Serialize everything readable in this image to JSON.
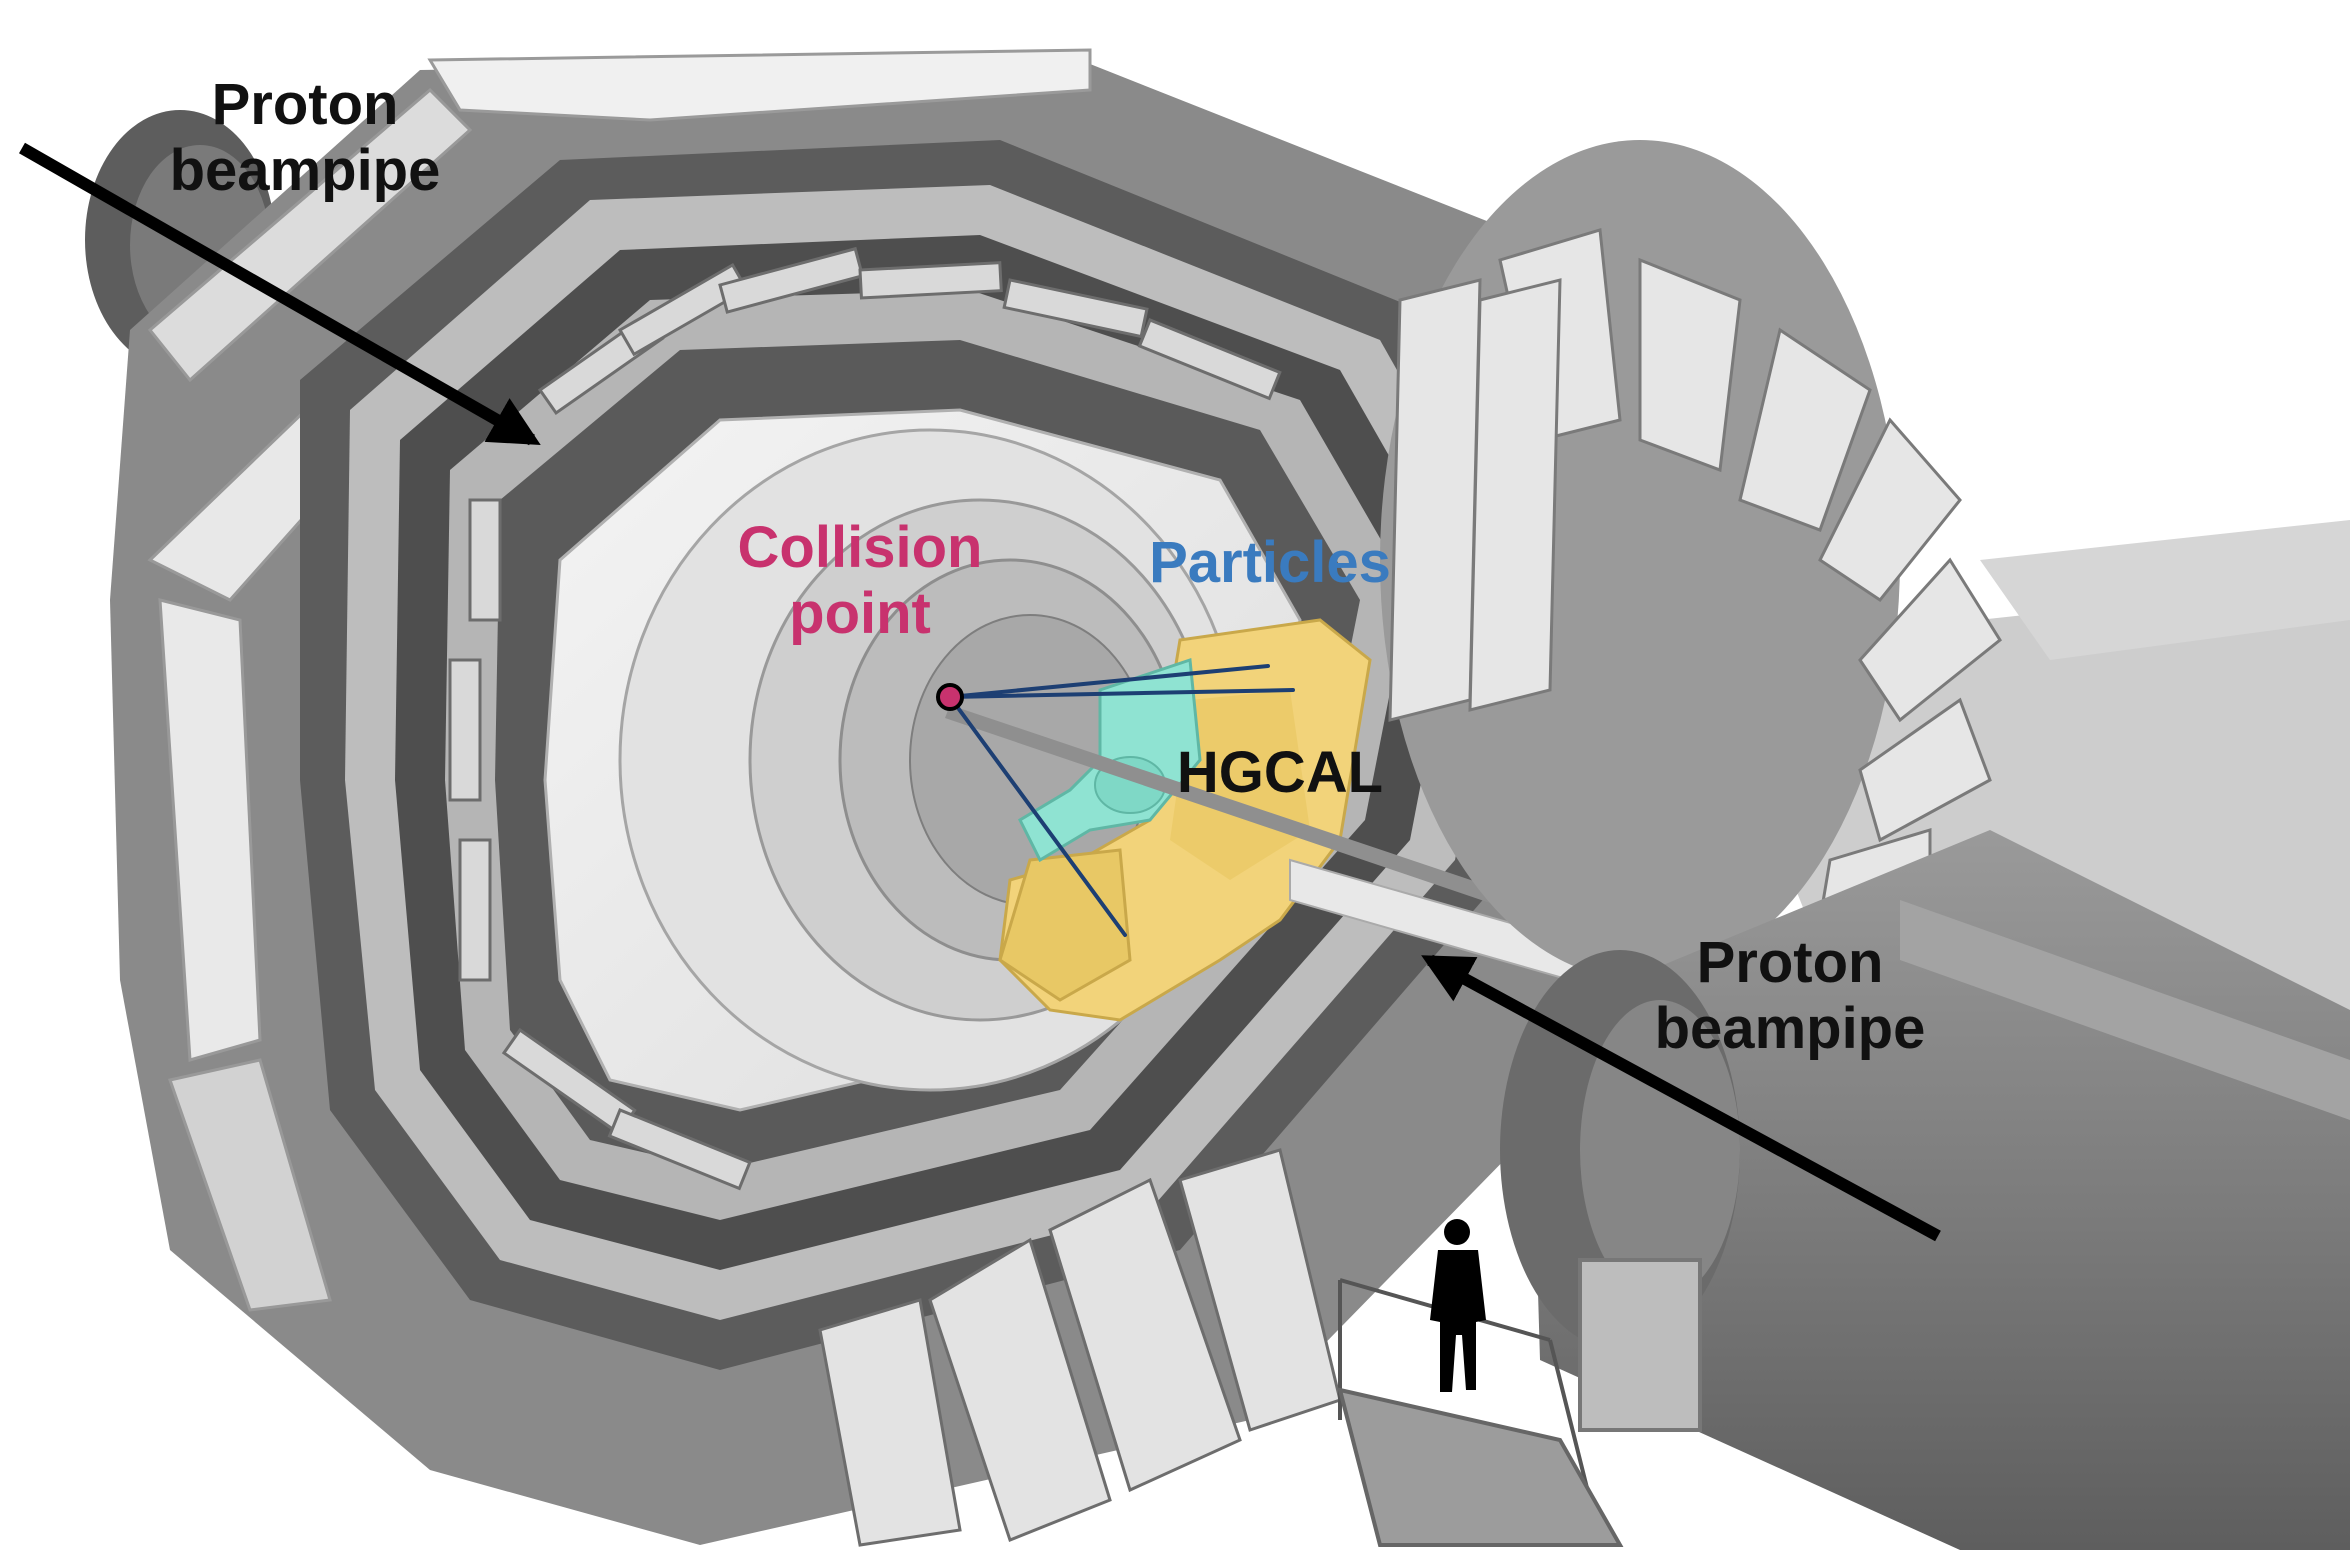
{
  "labels": {
    "proton_left_line1": "Proton",
    "proton_left_line2": "beampipe",
    "proton_right_line1": "Proton",
    "proton_right_line2": "beampipe",
    "collision_line1": "Collision",
    "collision_line2": "point",
    "particles": "Particles",
    "hgcal": "HGCAL"
  },
  "colors": {
    "collision_label": "#c8326e",
    "particles_label": "#3a7bbf",
    "hgcal_label": "#111111",
    "proton_label": "#111111",
    "arrow": "#000000",
    "particle_track": "#1d3f73",
    "hgcal_body": "#f2d37a",
    "hgcal_inner": "#8fe3d2",
    "detector_dark": "#6a6a6a",
    "detector_mid": "#a9a9a9",
    "detector_light": "#e6e6e6",
    "shadow": "#c9c9c9"
  },
  "icons": [
    "person-silhouette-icon",
    "collision-point-marker-icon"
  ]
}
